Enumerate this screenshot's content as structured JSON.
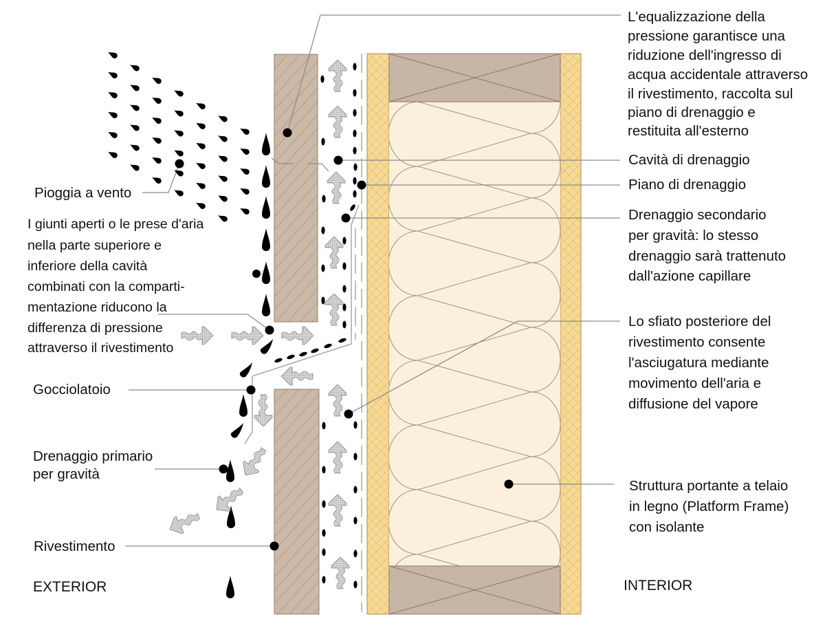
{
  "diagram": {
    "zones": {
      "exterior": "EXTERIOR",
      "interior": "INTERIOR"
    },
    "callouts": {
      "pressure_equalization": {
        "lines": [
          "L'equalizzazione della",
          "pressione garantisce una",
          "riduzione dell'ingresso di",
          "acqua accidentale attraverso",
          "il rivestimento, raccolta sul",
          "piano di drenaggio e",
          "restituita all'esterno"
        ]
      },
      "drainage_cavity": {
        "text": "Cavità di drenaggio"
      },
      "drainage_plane": {
        "text": "Piano di drenaggio"
      },
      "secondary_drainage": {
        "lines": [
          "Drenaggio secondario",
          "per gravità: lo stesso",
          "drenaggio sarà trattenuto",
          "dall'azione capillare"
        ]
      },
      "back_ventilation": {
        "lines": [
          "Lo sfiato posteriore del",
          "rivestimento consente",
          "l'asciugatura mediante",
          "movimento dell'aria e",
          "diffusione del vapore"
        ]
      },
      "structure": {
        "lines": [
          "Struttura portante a telaio",
          "in legno (Platform Frame)",
          "con isolante"
        ]
      },
      "wind_driven_rain": {
        "text": "Pioggia a vento"
      },
      "open_joints": {
        "lines": [
          "I giunti aperti o le prese d'aria",
          "nella parte superiore e",
          "inferiore della cavità",
          "combinati con la comparti-",
          "mentazione riducono la",
          "differenza di pressione",
          "attraverso il rivestimento"
        ]
      },
      "drip_edge": {
        "text": "Gocciolatoio"
      },
      "primary_drainage": {
        "lines": [
          "Drenaggio primario",
          "per gravità"
        ]
      },
      "cladding": {
        "text": "Rivestimento"
      }
    },
    "colors": {
      "cladding": "#cbb8a6",
      "cladding_line": "#8a7565",
      "sheathing": "#f7d993",
      "sheathing_line": "#b3935a",
      "plate": "#c7b5a5",
      "plate_line": "#8a7868",
      "insulation": "#fbf0dc",
      "insulation_line": "#9d9486",
      "arrow": "#dcdcdc",
      "drop": "#000000",
      "leader": "#8c8c8c",
      "text": "#111111"
    }
  }
}
